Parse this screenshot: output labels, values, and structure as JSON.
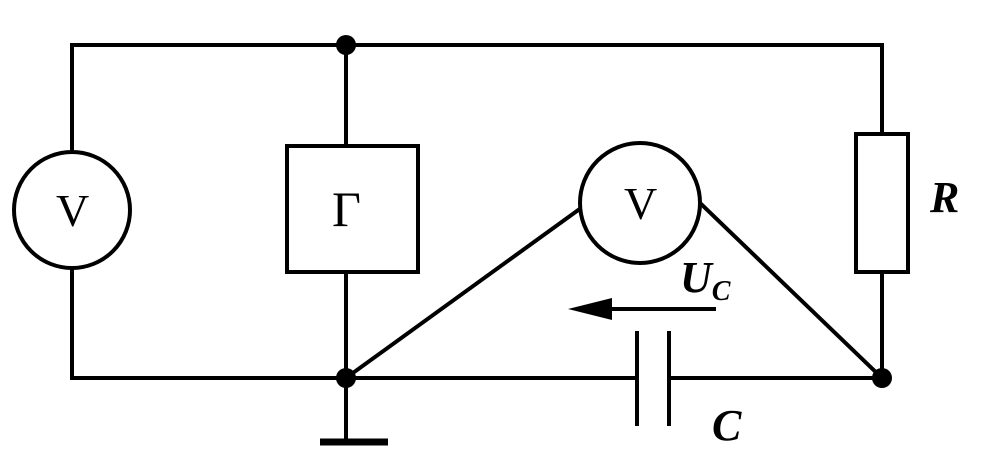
{
  "circuit": {
    "voltmeter_left_label": "V",
    "voltmeter_mid_label": "V",
    "generator_label": "Γ",
    "resistor_label": "R",
    "capacitor_label": "C",
    "voltage_label_main": "U",
    "voltage_label_sub": "C"
  }
}
